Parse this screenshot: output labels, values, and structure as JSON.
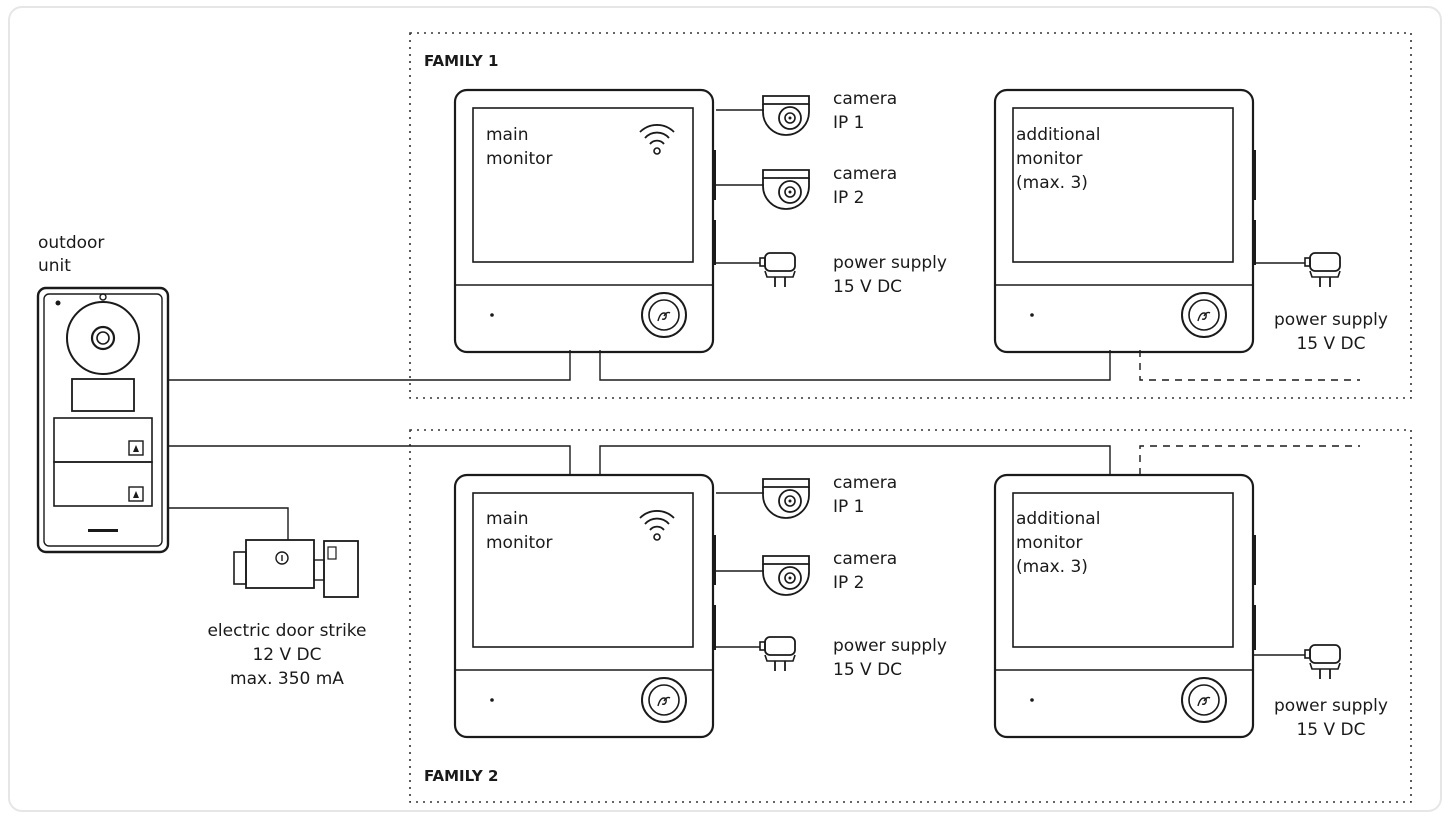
{
  "outdoor_unit": {
    "label_line1": "outdoor",
    "label_line2": "unit"
  },
  "door_strike": {
    "line1": "electric door strike",
    "line2": "12 V DC",
    "line3": "max. 350 mA"
  },
  "families": [
    {
      "title": "FAMILY 1",
      "main_monitor": {
        "line1": "main",
        "line2": "monitor"
      },
      "cameras": [
        {
          "line1": "camera",
          "line2": "IP 1"
        },
        {
          "line1": "camera",
          "line2": "IP 2"
        }
      ],
      "main_power": {
        "line1": "power supply",
        "line2": "15 V DC"
      },
      "additional_monitor": {
        "line1": "additional",
        "line2": "monitor",
        "line3": "(max. 3)"
      },
      "additional_power": {
        "line1": "power supply",
        "line2": "15 V DC"
      }
    },
    {
      "title": "FAMILY 2",
      "main_monitor": {
        "line1": "main",
        "line2": "monitor"
      },
      "cameras": [
        {
          "line1": "camera",
          "line2": "IP 1"
        },
        {
          "line1": "camera",
          "line2": "IP 2"
        }
      ],
      "main_power": {
        "line1": "power supply",
        "line2": "15 V DC"
      },
      "additional_monitor": {
        "line1": "additional",
        "line2": "monitor",
        "line3": "(max. 3)"
      },
      "additional_power": {
        "line1": "power supply",
        "line2": "15 V DC"
      }
    }
  ]
}
